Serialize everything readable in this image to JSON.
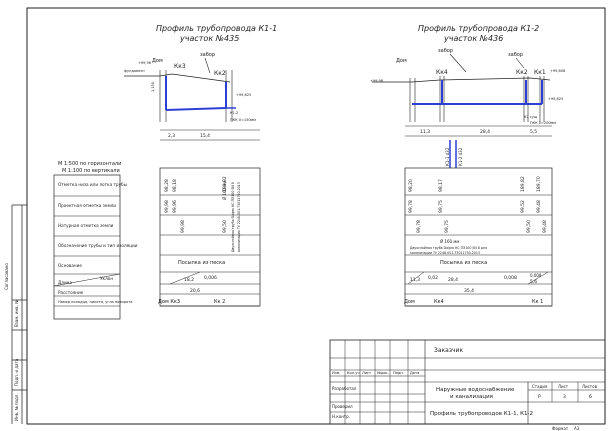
{
  "profile_left": {
    "title_line1": "Профиль трубопровода К1-1",
    "title_line2": "участок №435",
    "label_fence": "забор",
    "label_house": "Дом",
    "label_well_left": "Кк3",
    "label_well_right": "Кк2",
    "label_elev_left_top": "+99,96",
    "label_foundation": "фундамент",
    "label_depth_left": "1,150",
    "label_elev_right": "+99,825",
    "label_pipe_id": "К1-2",
    "label_trench_note": "ПКК 0=150мм",
    "distance_1": "2,3",
    "distance_2": "15,4",
    "row_pipe_elev": [
      "98,28",
      "98,18",
      "189,82"
    ],
    "row_design_elev": [
      "99,98",
      "99,96"
    ],
    "row_natural_elev": [
      "99,98",
      "99,50"
    ],
    "pipe_desc": "Ø 160 мм",
    "pipe_desc_2": "Двухслойная труба Dalpro КС ПЭ100 SN 8",
    "pipe_desc_3": "канализация ТУ 2248-001-73011750-2013",
    "sand_label": "Посыпка из песка",
    "slope_value": "0,006",
    "length_value": "18,2",
    "total_distance": "20,6",
    "foot_left": "Дом Кк3",
    "foot_right": "Кк 2"
  },
  "profile_right": {
    "title_line1": "Профиль трубопровода К1-2",
    "title_line2": "участок №436",
    "label_fence_1": "забор",
    "label_fence_2": "забор",
    "label_house": "Дом",
    "label_well_1": "Кк4",
    "label_well_2": "Кк2",
    "label_well_3": "Кк1",
    "label_elev_left_top": "+99,98",
    "label_elev_right_1": "+99,806",
    "label_elev_right_2": "+99,825",
    "label_pipe_id": "К1 сущ",
    "label_trench_note": "ПКК 0=200мм",
    "distance_1": "11,3",
    "distance_2": "28,4",
    "distance_3": "5,5",
    "vertical_marks": [
      "К1-1 d32",
      "К1-2 d32"
    ],
    "row_pipe_elev": [
      "98,20",
      "98,17",
      "189,82",
      "189,70"
    ],
    "row_design_elev": [
      "99,78",
      "99,75",
      "99,52",
      "99,48"
    ],
    "row_natural_elev": [
      "99,78",
      "99,75",
      "99,50",
      "99,48"
    ],
    "pipe_desc": "Ø 160 мм",
    "pipe_desc_2": "Двухслойная труба Dalpro КС ПЭ100 SN 8 для",
    "pipe_desc_3": "канализации ТУ 2248-001-73011750-2013",
    "sand_label": "Посыпка из песка",
    "slope_values": [
      "0,02",
      "0,008",
      "0,008"
    ],
    "length_values": [
      "11,3",
      "28,4",
      "5,6"
    ],
    "total_distance": "35,4",
    "foot_left": "Дом",
    "foot_mid": "Кк4",
    "foot_right": "Кк 1"
  },
  "legend": {
    "scale_h": "М 1:500 по горизонтали",
    "scale_v": "М 1:100 по вертикали",
    "rows": [
      "Отметка низа или лотка трубы",
      "Проектная отметка земли",
      "Натурная отметка земли",
      "Обозначение трубы и тип изоляции",
      "Основание",
      "Уклон",
      "Длина",
      "Расстояние",
      "Номер колодца, пикета, угла поворота"
    ]
  },
  "left_strip": {
    "labels": [
      "Согласовано",
      "Взам. инв. №",
      "Подп. и дата",
      "Инв. № подл."
    ]
  },
  "stamp": {
    "customer": "Заказчик",
    "col_headers": [
      "Изм.",
      "Кол.уч",
      "Лист",
      "№док.",
      "Подп.",
      "Дата"
    ],
    "role_1": "Разработал",
    "role_2": "Проверил",
    "role_3": "Н.контр.",
    "object_title_1": "Наружные водоснабжение",
    "object_title_2": "и канализация",
    "drawing_title": "Профиль трубопроводов К1-1, К1-2",
    "stage_header": "Стадия",
    "sheet_header": "Лист",
    "sheets_header": "Листов",
    "stage_value": "Р",
    "sheet_value": "3",
    "sheets_value": "6",
    "format_label": "Формат",
    "format_value": "А3"
  },
  "colors": {
    "ink": "#222222",
    "pipe": "#2d3fd6",
    "grid": "#333333"
  }
}
